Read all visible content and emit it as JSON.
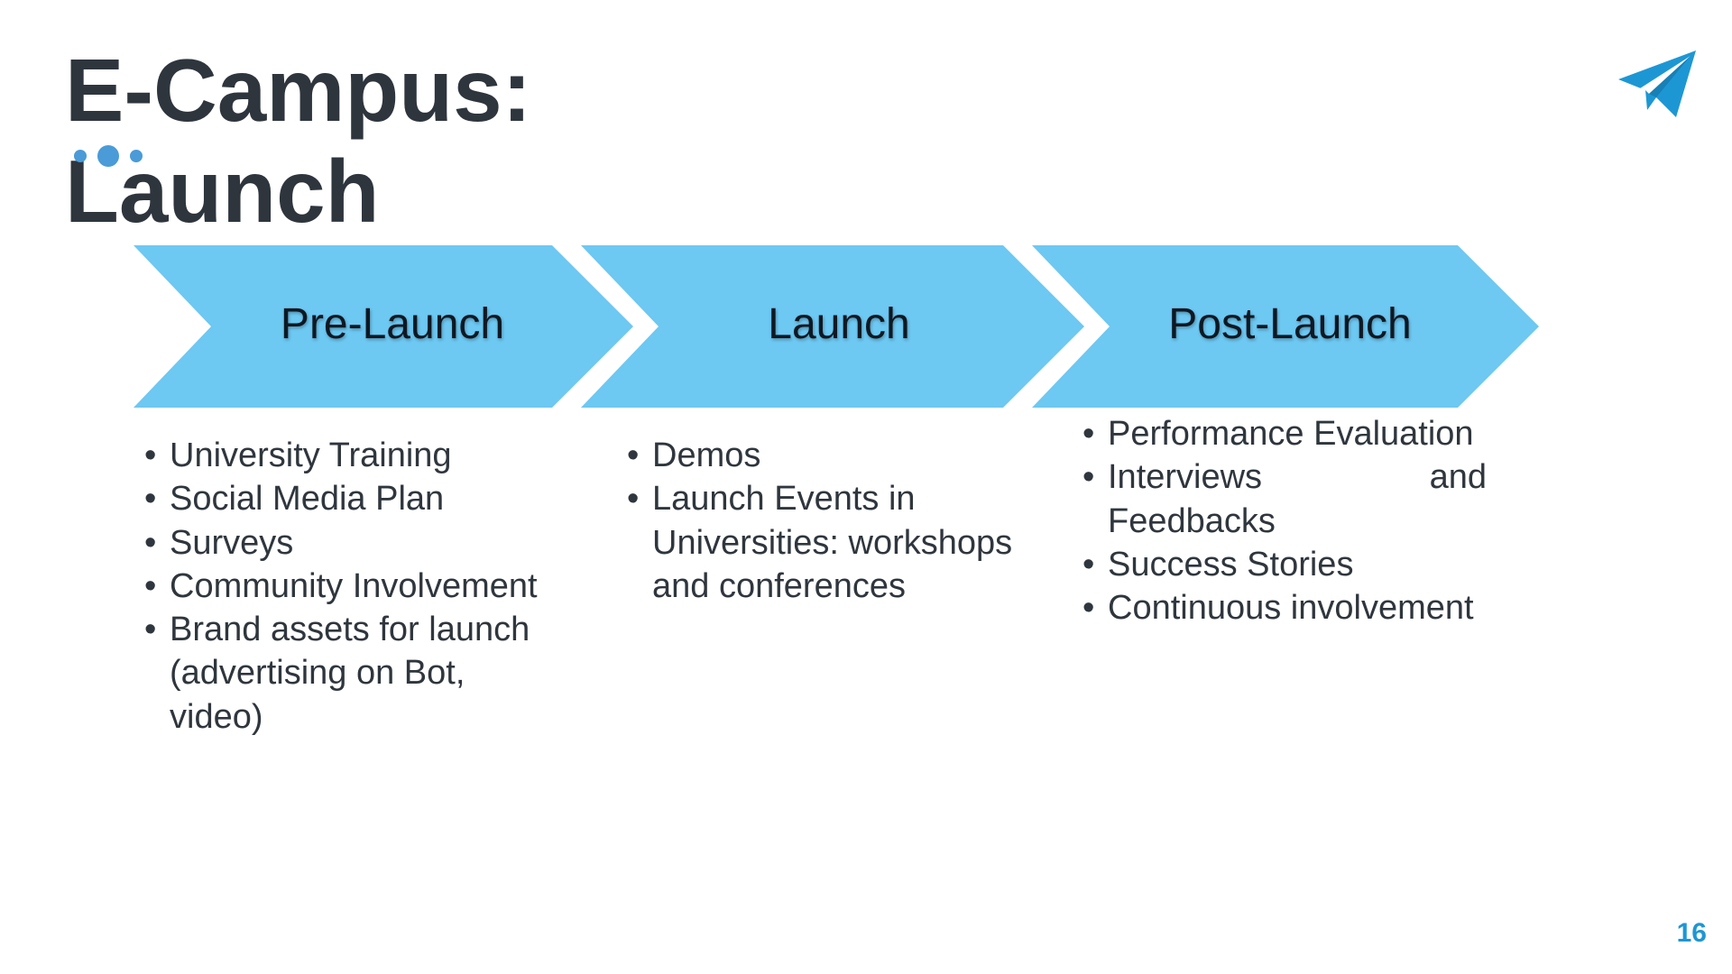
{
  "slide": {
    "title_line1": "E-Campus:",
    "title_line2": "Launch",
    "page_number": "16",
    "logo_icon": "paper-plane-icon",
    "colors": {
      "title": "#2e353d",
      "chevron_fill": "#6dc8f2",
      "dots": "#4a9bd8",
      "logo": "#1d97d4",
      "page_number": "#1d97d4"
    }
  },
  "phases": [
    {
      "label": "Pre-Launch",
      "items": [
        "University Training",
        "Social Media Plan",
        "Surveys",
        "Community Involvement",
        "Brand assets for launch (advertising on Bot, video)"
      ]
    },
    {
      "label": "Launch",
      "items": [
        "Demos",
        "Launch Events in Universities: workshops and conferences"
      ]
    },
    {
      "label": "Post-Launch",
      "items": [
        "Performance Evaluation",
        "Interviews and Feedbacks",
        "Success Stories",
        "Continuous involvement"
      ]
    }
  ]
}
